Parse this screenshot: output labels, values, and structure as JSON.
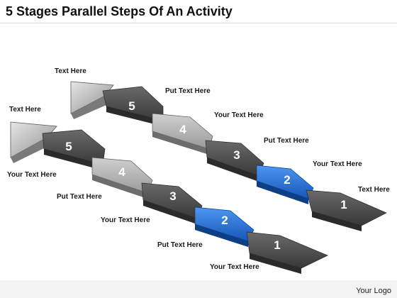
{
  "title": "5 Stages Parallel Steps Of An Activity",
  "logo_text": "Your Logo",
  "colors": {
    "dark_step": "#4a4a4a",
    "light_step": "#a8a8a8",
    "highlight_step": "#1f6fd6",
    "arrow_head": "#bdbdbd",
    "number": "#ffffff"
  },
  "upper_arrow": {
    "head_label": "Text Here",
    "steps": [
      {
        "number": "1",
        "label": "Text Here"
      },
      {
        "number": "2",
        "label": "Your Text Here"
      },
      {
        "number": "3",
        "label": "Put Text Here"
      },
      {
        "number": "4",
        "label": "Your Text Here"
      },
      {
        "number": "5",
        "label": "Put Text Here"
      }
    ]
  },
  "lower_arrow": {
    "head_label": "Text Here",
    "steps": [
      {
        "number": "1",
        "label": "Your Text Here"
      },
      {
        "number": "2",
        "label": "Put Text Here"
      },
      {
        "number": "3",
        "label": "Your Text Here"
      },
      {
        "number": "4",
        "label": "Put Text Here"
      },
      {
        "number": "5",
        "label": "Your Text Here"
      }
    ]
  }
}
